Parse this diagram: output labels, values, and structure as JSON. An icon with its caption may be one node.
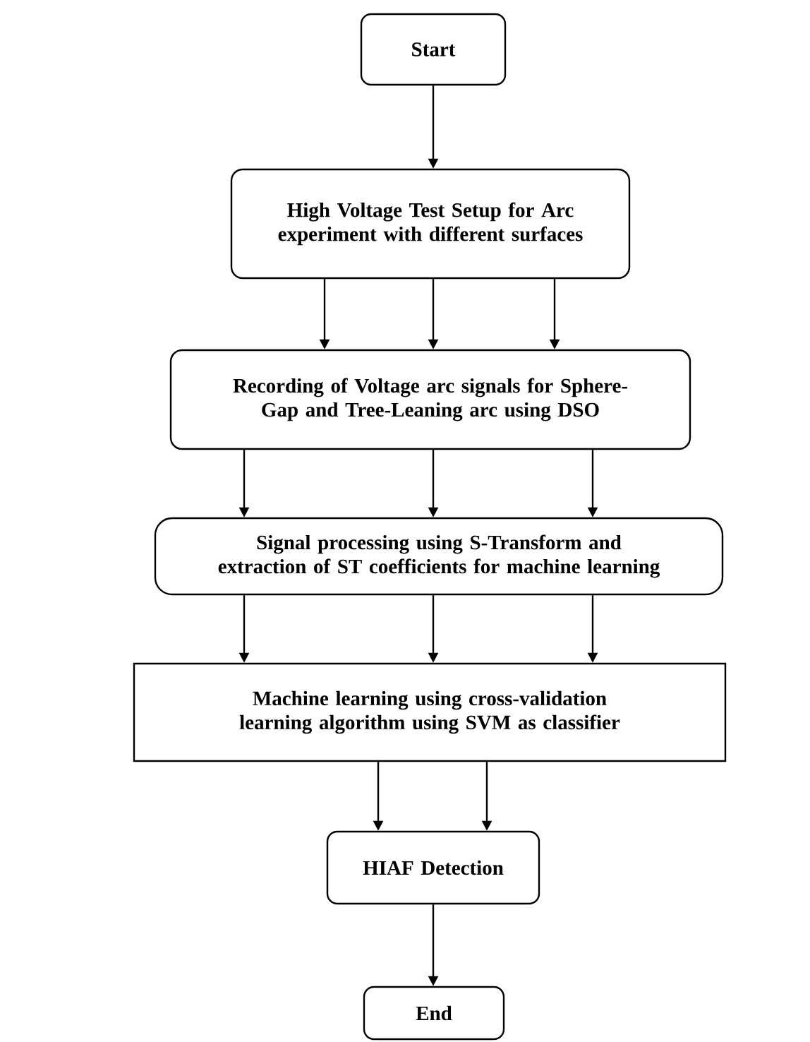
{
  "diagram": {
    "nodes": [
      {
        "text": [
          "Start"
        ]
      },
      {
        "text": [
          "High Voltage Test Setup for Arc experiment with different surfaces"
        ]
      },
      {
        "text": [
          "Recording of Voltage arc signals for Sphere-Gap and Tree-Leaning arc using DSO"
        ]
      },
      {
        "text": [
          "Signal processing using S-Transform and extraction of ST coefficients for machine learning"
        ]
      },
      {
        "text": [
          "Machine learning using cross-validation learning algorithm using SVM as classifier"
        ]
      },
      {
        "text": [
          "HIAF Detection"
        ]
      },
      {
        "text": [
          "End"
        ]
      }
    ],
    "edges": [
      {
        "from": 0,
        "to": 1,
        "arrow": "to"
      },
      {
        "from": 1,
        "to": 2,
        "arrow": "to"
      },
      {
        "from": 1,
        "to": 2,
        "arrow": "to"
      },
      {
        "from": 1,
        "to": 2,
        "arrow": "to"
      },
      {
        "from": 2,
        "to": 3,
        "arrow": "to"
      },
      {
        "from": 2,
        "to": 3,
        "arrow": "to"
      },
      {
        "from": 2,
        "to": 3,
        "arrow": "to"
      },
      {
        "from": 3,
        "to": 4,
        "arrow": "to"
      },
      {
        "from": 3,
        "to": 4,
        "arrow": "to"
      },
      {
        "from": 3,
        "to": 4,
        "arrow": "to"
      },
      {
        "from": 4,
        "to": 5,
        "arrow": "to"
      },
      {
        "from": 4,
        "to": 5,
        "arrow": "to"
      },
      {
        "from": 5,
        "to": 6,
        "arrow": "to"
      }
    ]
  }
}
